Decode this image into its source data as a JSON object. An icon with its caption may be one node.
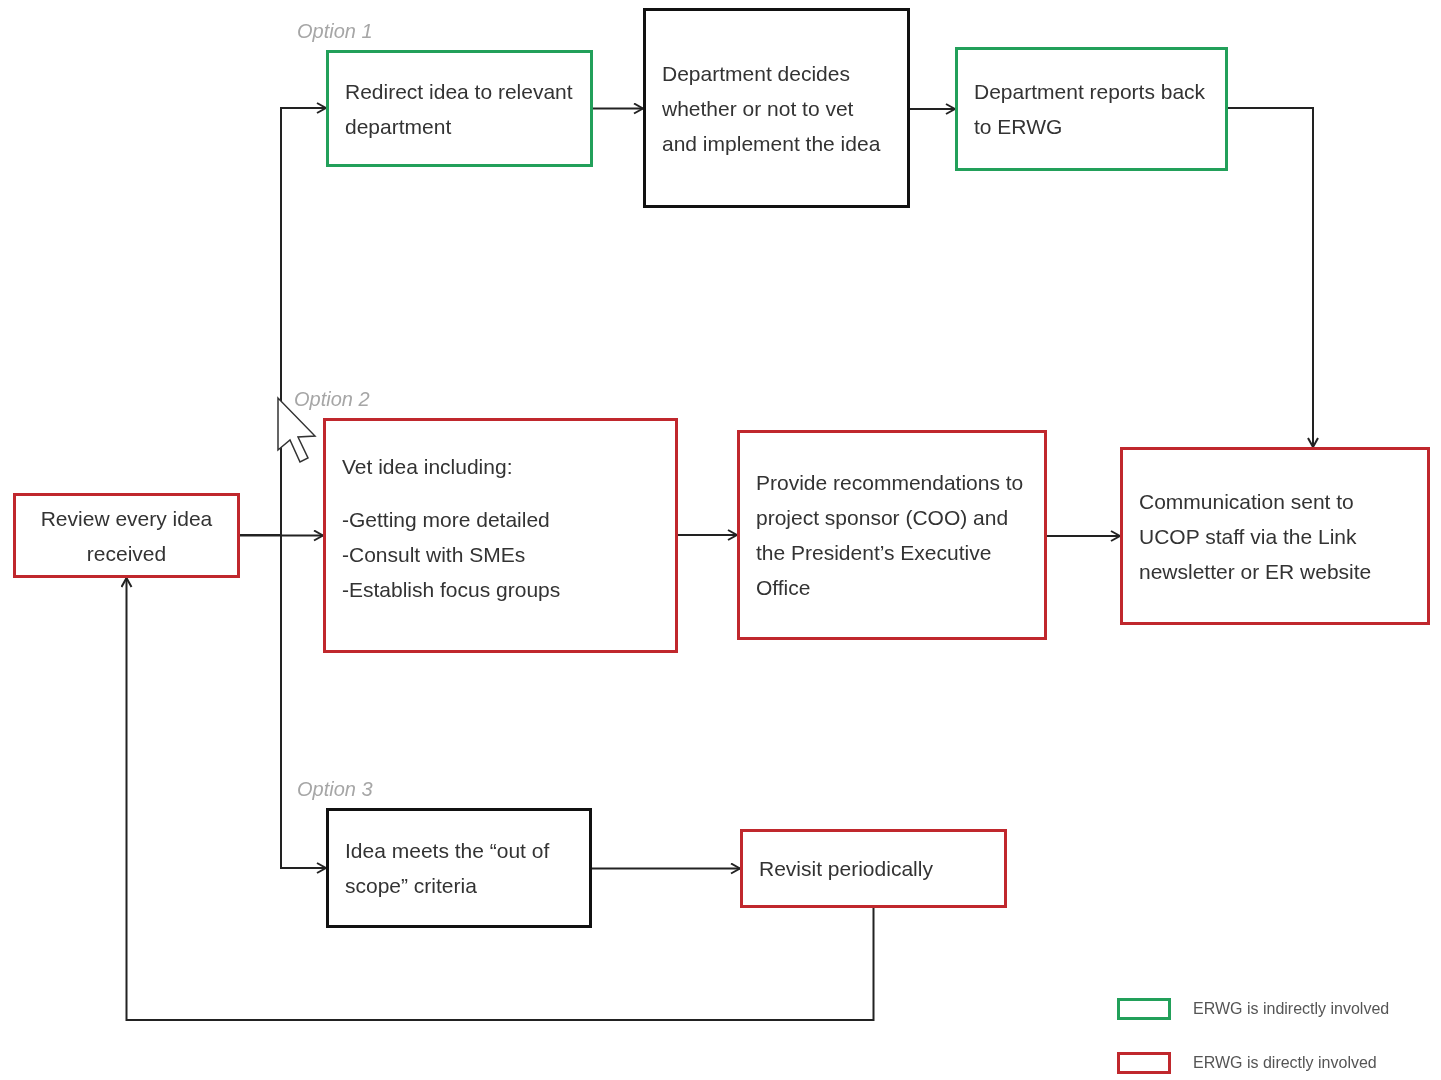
{
  "diagram": {
    "nodes": [
      {
        "text": [
          "Review every idea received"
        ]
      },
      {
        "text": [
          "Redirect idea to relevant department"
        ],
        "beside": [
          "Option 1"
        ]
      },
      {
        "text": [
          "Department decides whether or not to vet and implement the idea"
        ]
      },
      {
        "text": [
          "Department reports back to ERWG"
        ]
      },
      {
        "text": [
          "Vet idea including:",
          "-Getting more detailed",
          "-Consult with SMEs",
          "-Establish focus groups"
        ],
        "beside": [
          "Option 2"
        ]
      },
      {
        "text": [
          "Provide recommendations to project sponsor (COO) and the President’s Executive Office"
        ]
      },
      {
        "text": [
          "Communication sent to UCOP staff via the Link newsletter or ER website"
        ]
      },
      {
        "text": [
          "Idea meets the “out of scope” criteria"
        ],
        "beside": [
          "Option 3"
        ]
      },
      {
        "text": [
          "Revisit periodically"
        ]
      }
    ],
    "edges": [
      {
        "from": 0,
        "to": 4,
        "arrow": "to"
      },
      {
        "from": 0,
        "to": 1,
        "arrow": "to"
      },
      {
        "from": 0,
        "to": 7,
        "arrow": "to"
      },
      {
        "from": 1,
        "to": 2,
        "arrow": "to"
      },
      {
        "from": 2,
        "to": 3,
        "arrow": "to"
      },
      {
        "from": 4,
        "to": 5,
        "arrow": "to"
      },
      {
        "from": 3,
        "to": 6,
        "arrow": "to"
      },
      {
        "from": 5,
        "to": 6,
        "arrow": "to"
      },
      {
        "from": 7,
        "to": 8,
        "arrow": "to"
      },
      {
        "from": 8,
        "to": 0,
        "arrow": "to"
      }
    ],
    "legend": [
      {
        "text": "ERWG is indirectly involved",
        "color": "#22a05a"
      },
      {
        "text": "ERWG is directly involved",
        "color": "#c0282d"
      }
    ]
  }
}
